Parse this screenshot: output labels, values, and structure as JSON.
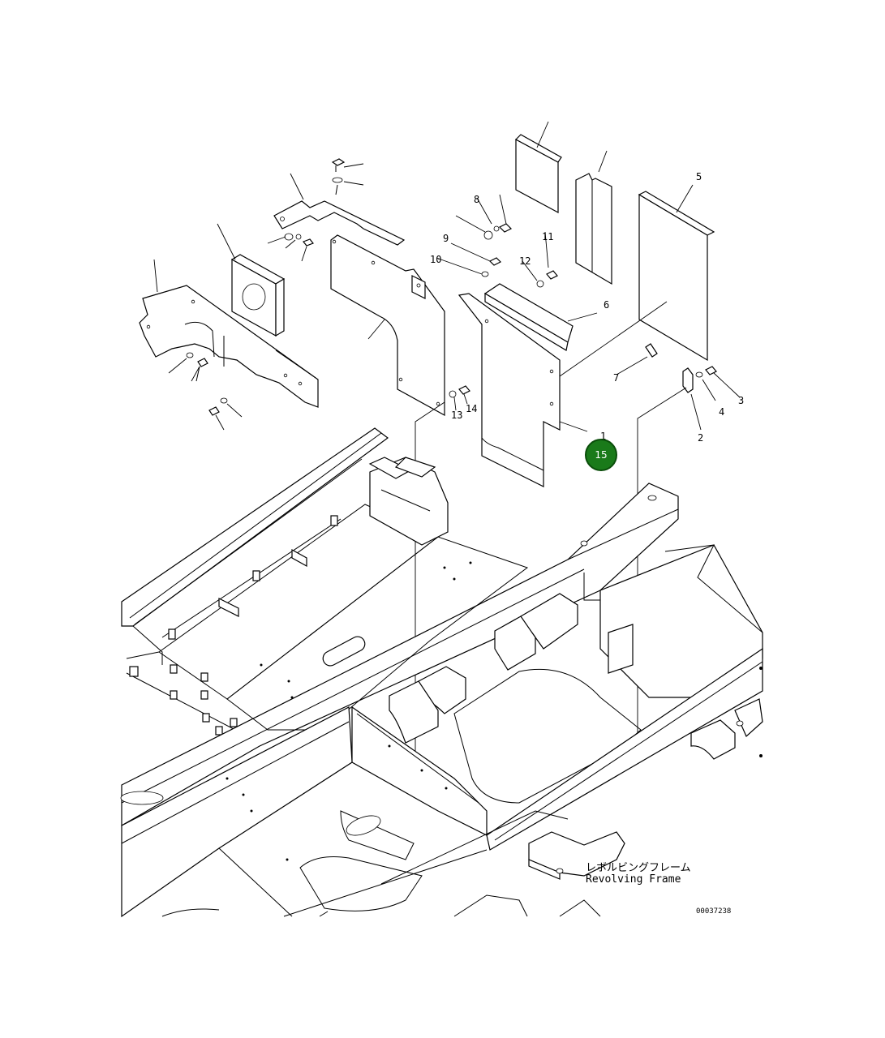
{
  "frame_label": {
    "japanese": "レボルビングフレーム",
    "english": "Revolving Frame"
  },
  "drawing_number": "00037238",
  "callout": {
    "number": "15",
    "color": "#1a7a1a",
    "border_color": "#0a4d0a"
  },
  "part_numbers": [
    "1",
    "2",
    "3",
    "4",
    "5",
    "6",
    "7",
    "8",
    "9",
    "10",
    "11",
    "12",
    "13",
    "14"
  ]
}
